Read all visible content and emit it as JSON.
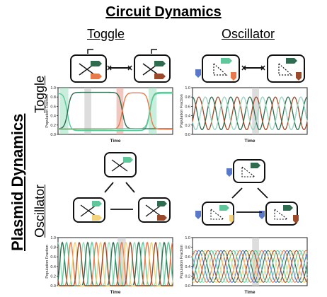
{
  "title": "Circuit Dynamics",
  "columns": {
    "toggle": "Toggle",
    "oscillator": "Oscillator"
  },
  "super_row": "Plasmid Dynamics",
  "rows": {
    "toggle": "Toggle",
    "oscillator": "Oscillator"
  },
  "colors": {
    "green_dark": "#2e6b4f",
    "green_light": "#5fc79a",
    "green_pale": "#9fe0bf",
    "orange": "#e87a4a",
    "orange_dark": "#9a4a2a",
    "blue": "#5a78c8",
    "yellow": "#f2d27a",
    "gray_band": "#cfcfcf",
    "red_band": "#e9b1a5"
  },
  "chart_data": [
    {
      "type": "line",
      "id": "tt",
      "ylabel": "Population Fraction",
      "xlabel": "Time",
      "ylim": [
        0,
        1
      ],
      "yticks": [
        "0.0",
        "0.2",
        "0.4",
        "0.6",
        "0.8",
        "1.0"
      ]
    },
    {
      "type": "line",
      "id": "to",
      "ylabel": "Population Fraction",
      "xlabel": "Time",
      "ylim": [
        0,
        1
      ],
      "yticks": [
        "0.0",
        "0.2",
        "0.4",
        "0.6",
        "0.8",
        "1.0"
      ]
    },
    {
      "type": "line",
      "id": "ot",
      "ylabel": "Population Fraction",
      "xlabel": "Time",
      "ylim": [
        0,
        1
      ],
      "yticks": [
        "0.0",
        "0.2",
        "0.4",
        "0.6",
        "0.8",
        "1.0"
      ]
    },
    {
      "type": "line",
      "id": "oo",
      "ylabel": "Population Fraction",
      "xlabel": "Time",
      "ylim": [
        0,
        1
      ],
      "yticks": [
        "0.0",
        "0.2",
        "0.4",
        "0.6",
        "0.8",
        "1.0"
      ]
    }
  ]
}
